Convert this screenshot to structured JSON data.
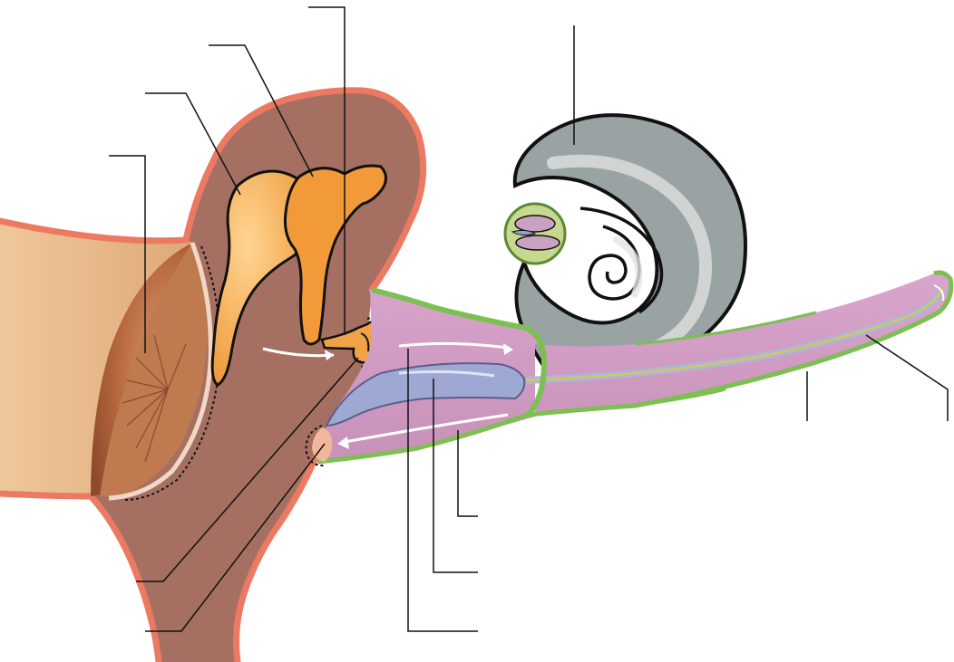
{
  "figure": {
    "subject": "ear-anatomy-diagram",
    "colors": {
      "background": "#ffffff",
      "skin_outline": "#ec7a62",
      "canal_tan": "#e8b98a",
      "middle_ear_brown": "#a06d5c",
      "tympanic_membrane": "#b46a3e",
      "ossicle_orange": "#f2a246",
      "ossicle_light": "#f7bb6a",
      "cochlea_gray": "#9aa2a2",
      "cochlea_highlight": "#d7dcdb",
      "membrane_green": "#7cbf52",
      "duct_pink": "#d8a9c9",
      "basilar_blue": "#a9b5d6",
      "leader_line": "#111111"
    },
    "labels": [
      {
        "id": "tympanic-membrane",
        "text": ""
      },
      {
        "id": "malleus",
        "text": ""
      },
      {
        "id": "incus",
        "text": ""
      },
      {
        "id": "stapes",
        "text": ""
      },
      {
        "id": "cochlea",
        "text": ""
      },
      {
        "id": "basilar-membrane",
        "text": ""
      },
      {
        "id": "helicotrema",
        "text": ""
      },
      {
        "id": "oval-window",
        "text": ""
      },
      {
        "id": "round-window",
        "text": ""
      },
      {
        "id": "scala-tympani",
        "text": ""
      },
      {
        "id": "cochlear-duct",
        "text": ""
      },
      {
        "id": "scala-vestibuli",
        "text": ""
      }
    ]
  }
}
